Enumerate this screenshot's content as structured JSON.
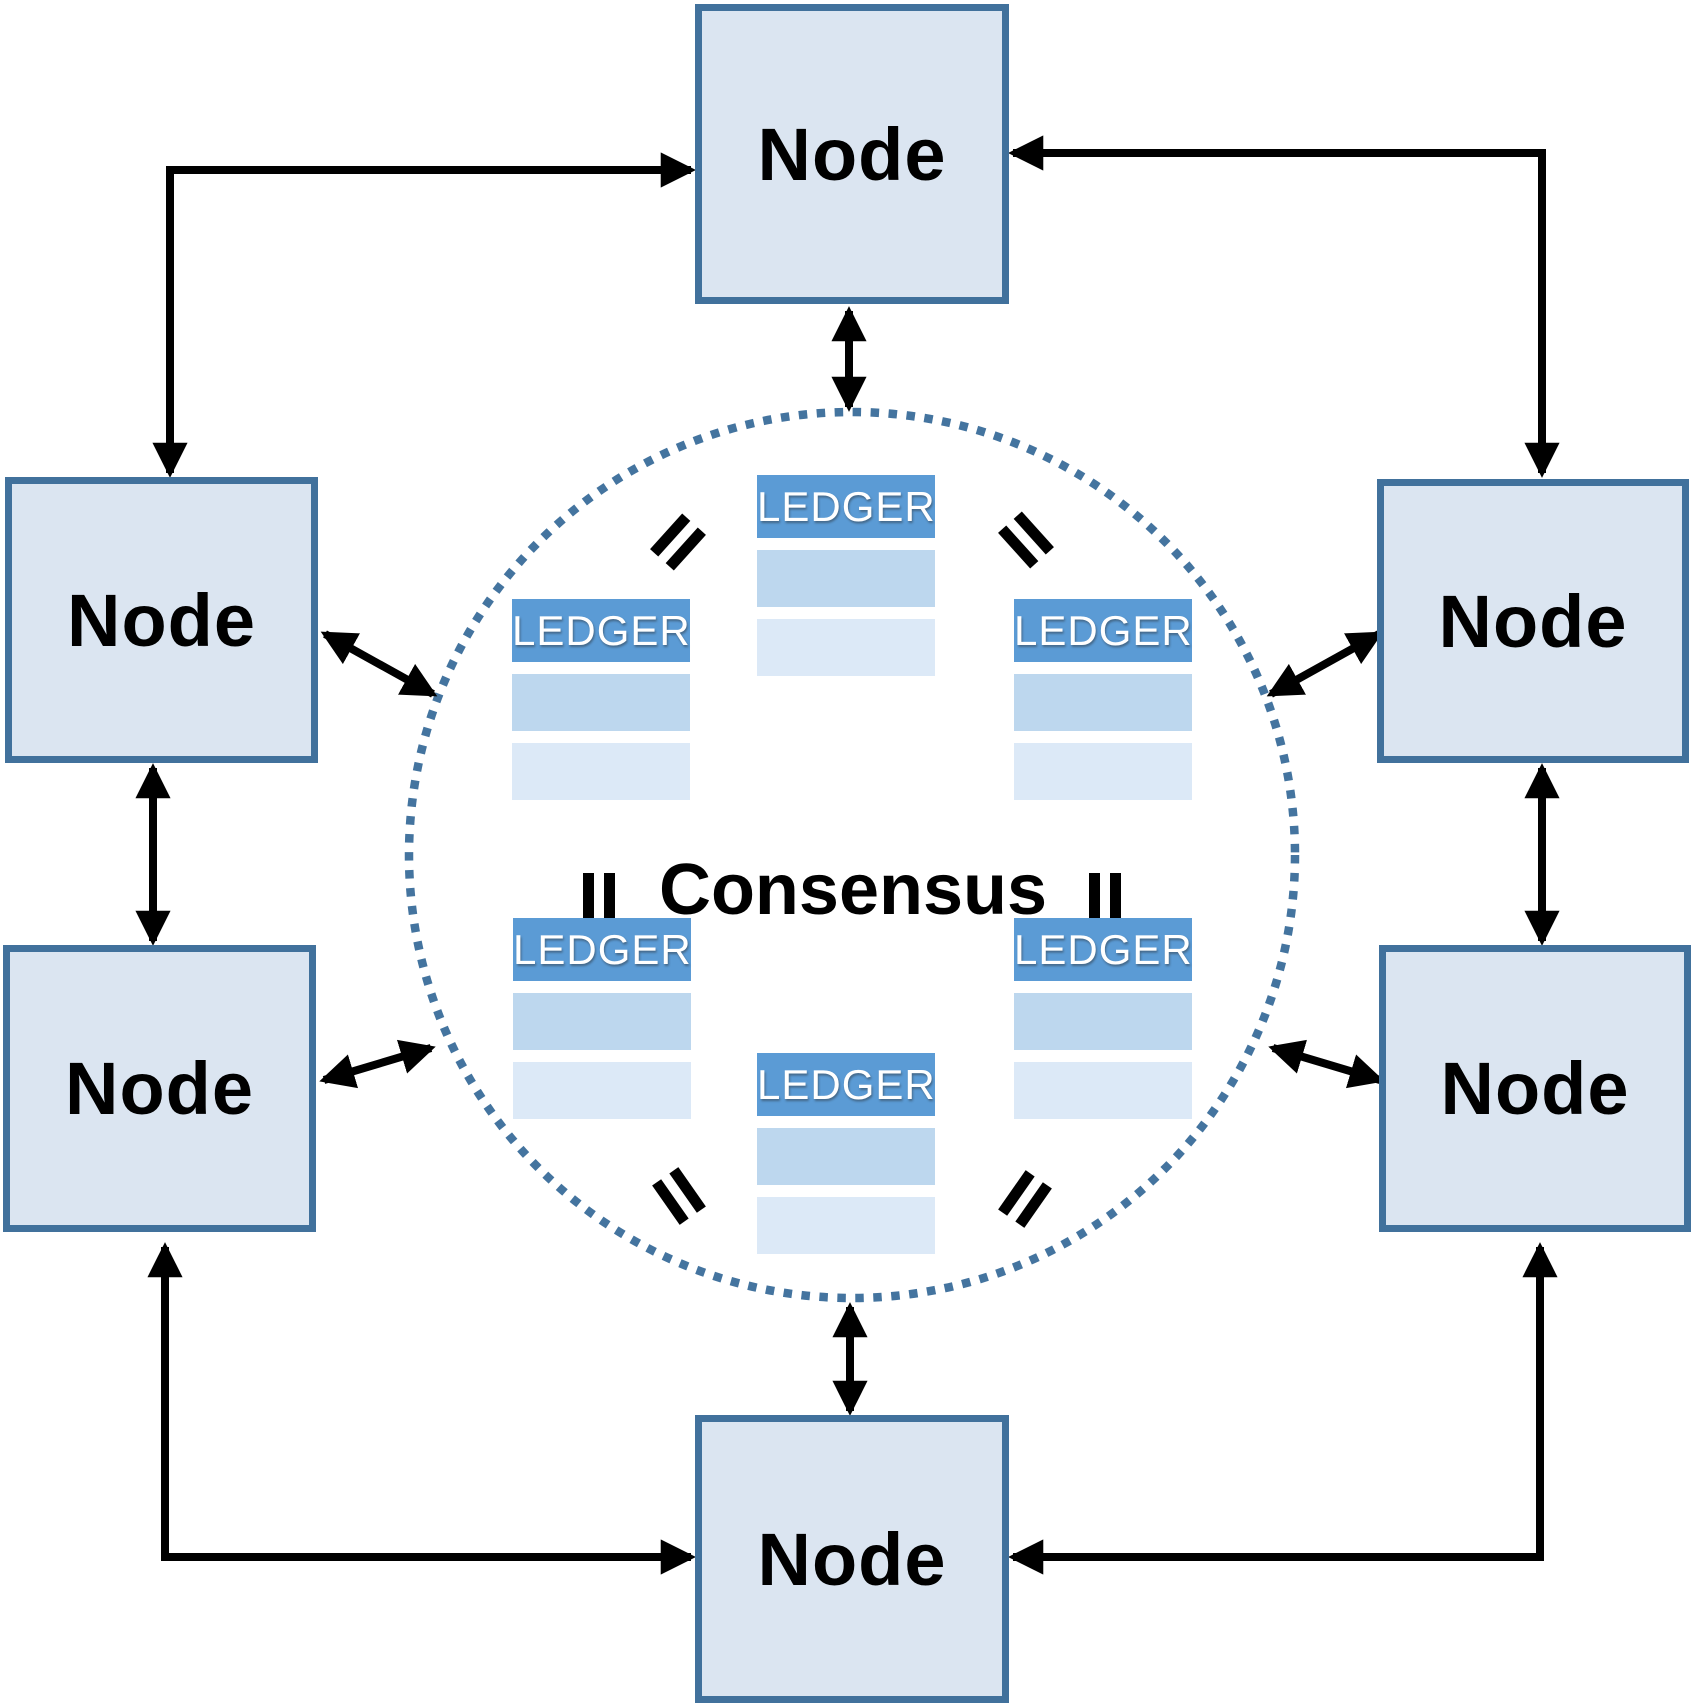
{
  "diagram": {
    "consensus": {
      "label": "Consensus"
    },
    "nodes": [
      {
        "id": "top",
        "label": "Node"
      },
      {
        "id": "left-upper",
        "label": "Node"
      },
      {
        "id": "left-lower",
        "label": "Node"
      },
      {
        "id": "right-upper",
        "label": "Node"
      },
      {
        "id": "right-lower",
        "label": "Node"
      },
      {
        "id": "bottom",
        "label": "Node"
      }
    ],
    "ledgers": [
      {
        "id": "top-center",
        "label": "LEDGER",
        "blank_rows": 2
      },
      {
        "id": "upper-left",
        "label": "LEDGER",
        "blank_rows": 2
      },
      {
        "id": "upper-right",
        "label": "LEDGER",
        "blank_rows": 2
      },
      {
        "id": "lower-left",
        "label": "LEDGER",
        "blank_rows": 2
      },
      {
        "id": "lower-right",
        "label": "LEDGER",
        "blank_rows": 2
      },
      {
        "id": "bottom-center",
        "label": "LEDGER",
        "blank_rows": 2
      }
    ],
    "equivalence_marks": 6,
    "connections": {
      "node_to_node_elbows": 4,
      "node_to_node_vertical": 2,
      "node_to_circle": 4
    },
    "colors": {
      "node_fill": "#dbe5f1",
      "node_border": "#41719c",
      "ledger_header_fill": "#5b9bd5",
      "ledger_header_text": "#ffffff",
      "ledger_row1_fill": "#bdd7ee",
      "ledger_row2_fill": "#dce9f7",
      "circle_stroke": "#44749f",
      "arrow_color": "#000000",
      "text_color": "#000000",
      "background": "#ffffff"
    }
  }
}
